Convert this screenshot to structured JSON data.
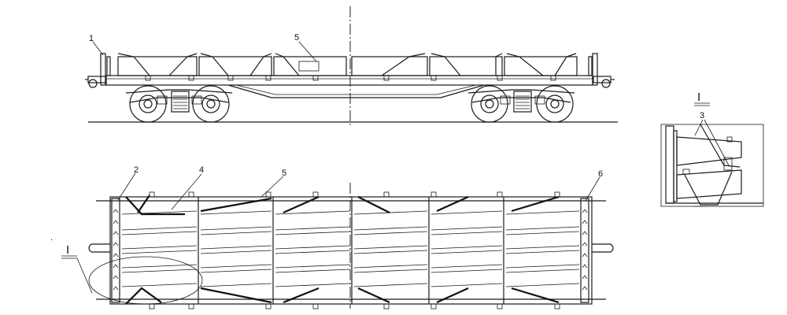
{
  "callouts": {
    "c1": "1",
    "c2": "2",
    "c3": "3",
    "c4": "4",
    "c5_side": "5",
    "c5_plan": "5",
    "c6": "6"
  },
  "section_mark": "I",
  "detail_mark": "I"
}
